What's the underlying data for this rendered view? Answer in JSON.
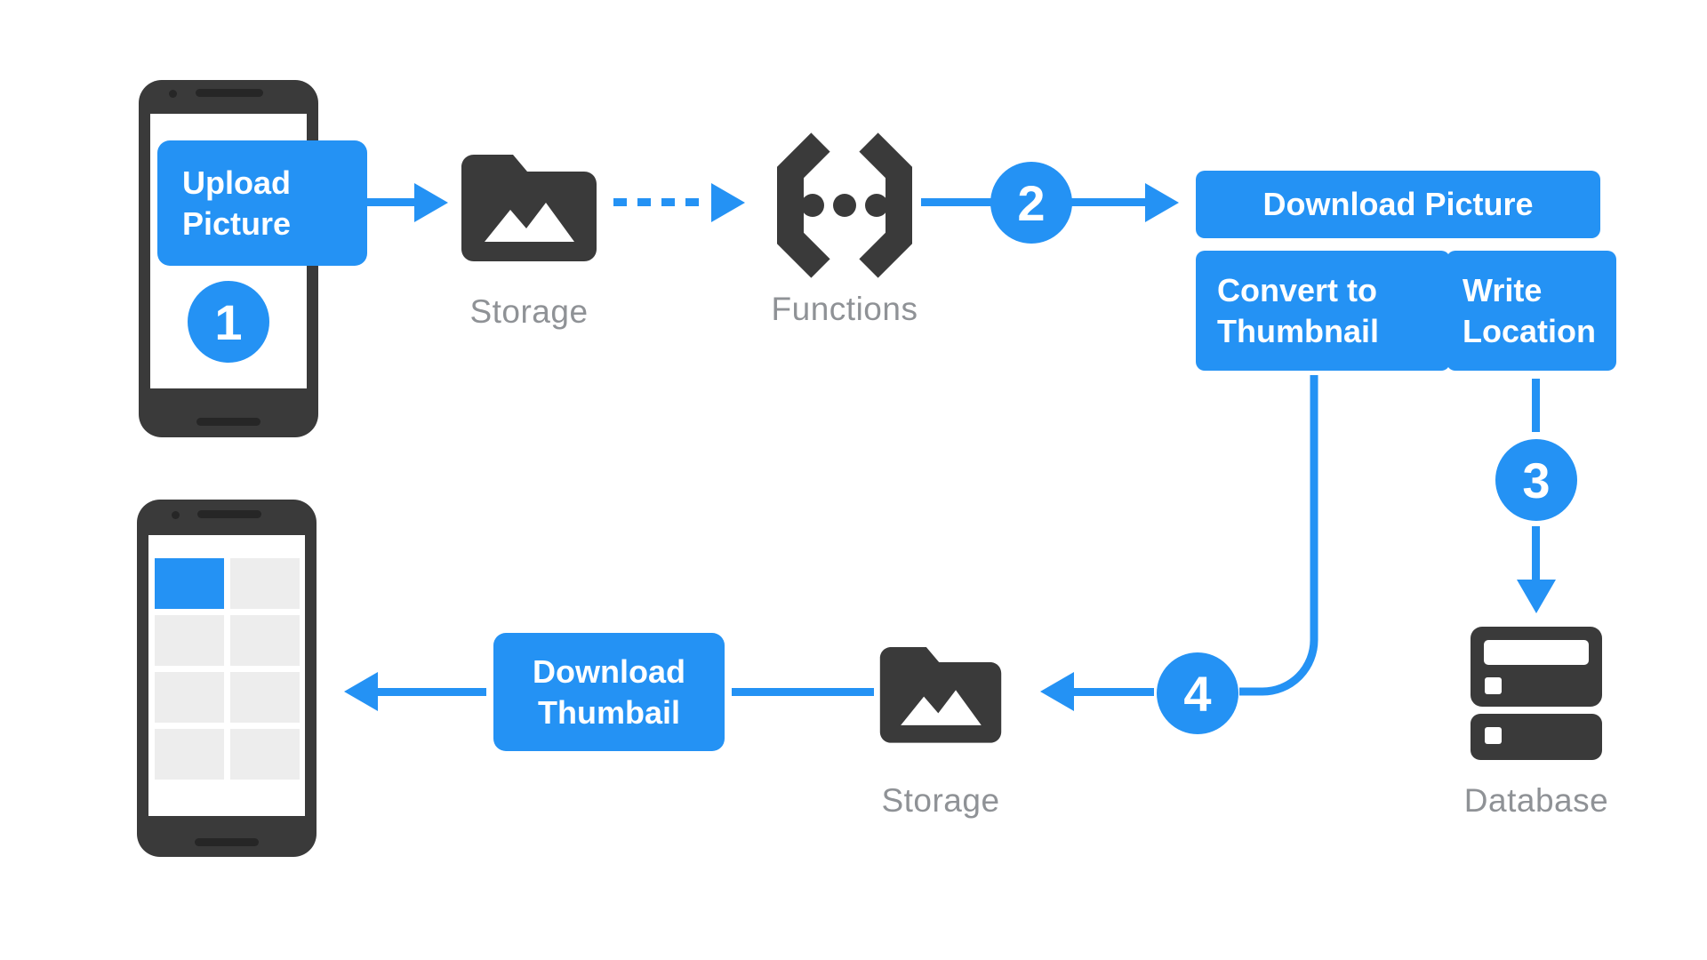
{
  "diagram": {
    "title_hint": "picture upload thumbnail pipeline",
    "colors": {
      "accent_blue": "#2492f4",
      "icon_dark": "#3a3a3a",
      "caption_gray": "#8f9296",
      "tile_gray": "#ededed"
    },
    "steps": {
      "step1": "1",
      "step2": "2",
      "step3": "3",
      "step4": "4"
    },
    "nodes": {
      "upload_picture": "Upload Picture",
      "download_picture": "Download Picture",
      "convert_to_thumbnail": "Convert to Thumbnail",
      "write_location": "Write Location",
      "download_thumbnail": "Download Thumbail"
    },
    "captions": {
      "storage_top": "Storage",
      "functions": "Functions",
      "storage_bottom": "Storage",
      "database": "Database"
    }
  }
}
